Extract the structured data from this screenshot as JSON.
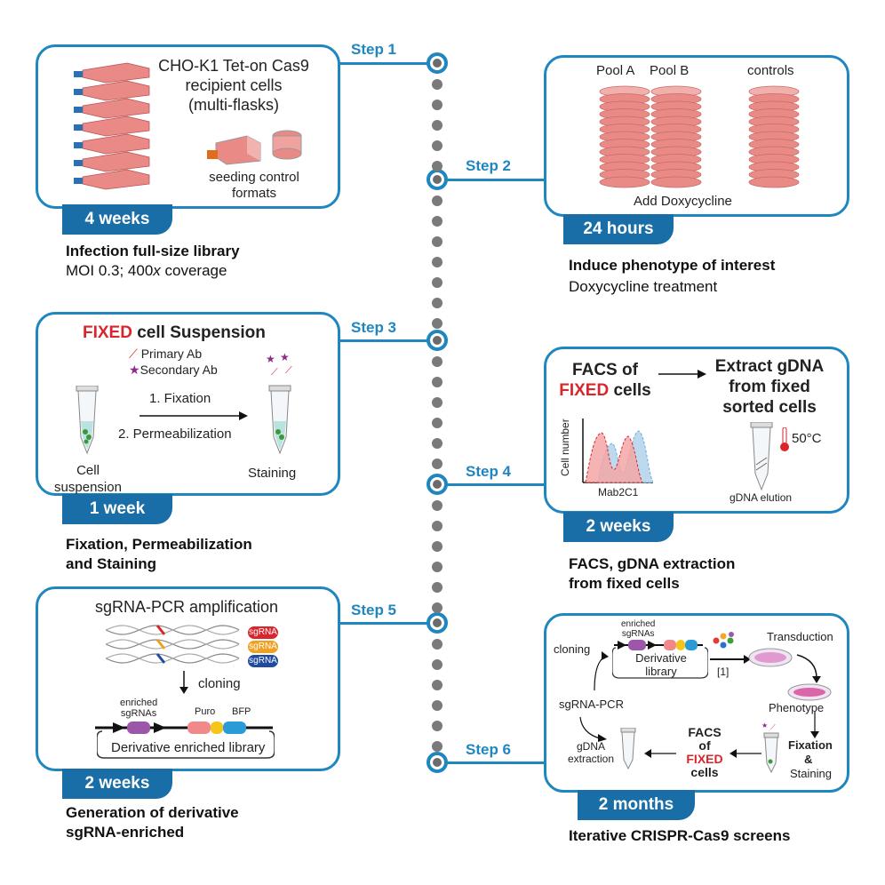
{
  "steps": [
    {
      "label": "Step 1"
    },
    {
      "label": "Step 2"
    },
    {
      "label": "Step 3"
    },
    {
      "label": "Step 4"
    },
    {
      "label": "Step 5"
    },
    {
      "label": "Step 6"
    }
  ],
  "panel1": {
    "title_lines": [
      "CHO-K1 Tet-on Cas9",
      "recipient cells",
      "(multi-flasks)"
    ],
    "seeding_lines": [
      "seeding control",
      "formats"
    ],
    "duration": "4 weeks",
    "caption_title": "Infection full-size library",
    "caption_sub_a": "MOI 0.3; 400",
    "caption_sub_b": "x",
    "caption_sub_c": " coverage"
  },
  "panel2": {
    "pool_a": "Pool A",
    "pool_b": "Pool B",
    "controls": "controls",
    "add": "Add Doxycycline",
    "duration": "24 hours",
    "caption_title": "Induce phenotype of interest",
    "caption_sub": "Doxycycline treatment"
  },
  "panel3": {
    "title_fixed": "FIXED",
    "title_rest": " cell Suspension",
    "primary": "Primary Ab",
    "secondary": "Secondary Ab",
    "fixation": "1. Fixation",
    "permeabilization": "2. Permeabilization",
    "cell_lines": [
      "Cell",
      "suspension"
    ],
    "staining": "Staining",
    "duration": "1 week",
    "caption_lines": [
      "Fixation, Permeabilization",
      "and Staining"
    ]
  },
  "panel4": {
    "facs_line1": "FACS of",
    "facs_fixed": "FIXED",
    "facs_cells": " cells",
    "extract_lines": [
      "Extract gDNA",
      "from fixed",
      "sorted cells"
    ],
    "ylabel": "Cell number",
    "xlabel": "Mab2C1",
    "temp": "50°C",
    "elution": "gDNA elution",
    "duration": "2 weeks",
    "caption_lines": [
      "FACS, gDNA extraction",
      "from fixed cells"
    ]
  },
  "panel5": {
    "title": "sgRNA-PCR amplification",
    "sgrna": "sgRNA",
    "cloning": "cloning",
    "enriched_lines": [
      "enriched",
      "sgRNAs"
    ],
    "puro": "Puro",
    "bfp": "BFP",
    "library": "Derivative enriched library",
    "duration": "2 weeks",
    "caption_lines": [
      "Generation of derivative",
      "sgRNA-enriched"
    ]
  },
  "panel6": {
    "enriched_lines": [
      "enriched",
      "sgRNAs"
    ],
    "deriv_lines": [
      "Derivative",
      "library"
    ],
    "cloning": "cloning",
    "ref": "[1]",
    "transduction": "Transduction",
    "phenotype": "Phenotype",
    "sgrna_pcr": "sgRNA-PCR",
    "facs_lines": [
      "FACS",
      "of"
    ],
    "facs_fixed": "FIXED",
    "facs_cells": "cells",
    "fixation": "Fixation",
    "amp": "&",
    "staining": "Staining",
    "gdna_lines": [
      "gDNA",
      "extraction"
    ],
    "duration": "2 months",
    "caption": "Iterative CRISPR-Cas9 screens"
  },
  "colors": {
    "accent": "#1f86bf",
    "badge": "#1a6ea8",
    "red": "#d9262c",
    "dish": "#e98a86"
  }
}
